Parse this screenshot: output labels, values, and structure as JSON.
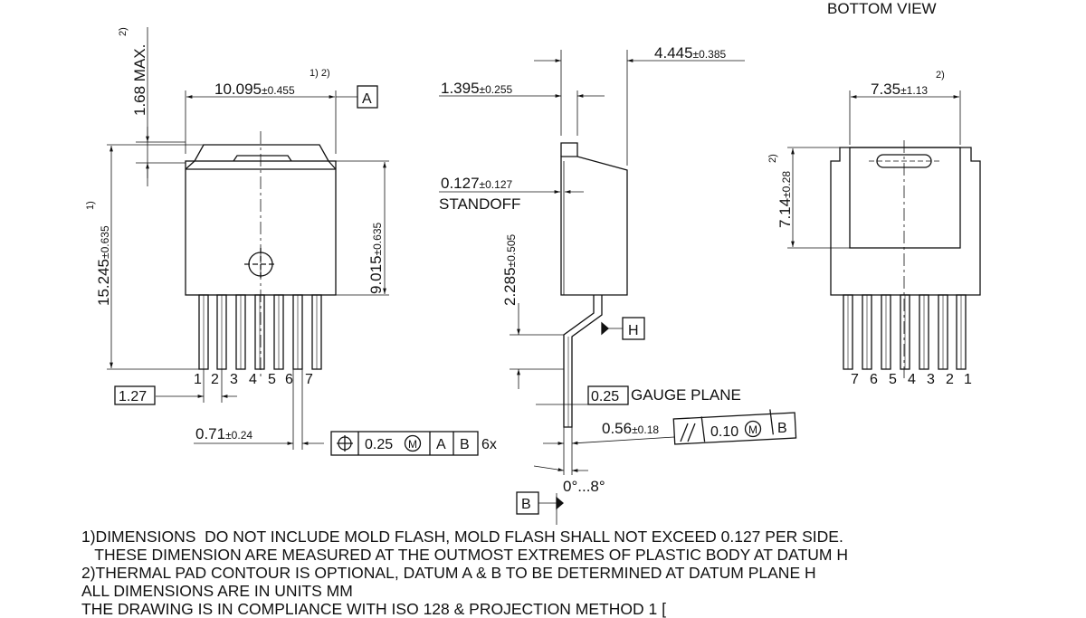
{
  "views": {
    "bottom_view_label": "BOTTOM VIEW"
  },
  "front_view": {
    "dim_width": "10.095",
    "dim_width_tol": "±0.455",
    "dim_width_note": "1) 2)",
    "datum_a": "A",
    "dim_maxheight": "1.68 MAX.",
    "dim_maxheight_note": "2)",
    "dim_height": "15.245",
    "dim_height_tol": "±0.635",
    "dim_height_note": "1)",
    "dim_body": "9.015",
    "dim_body_tol": "±0.635",
    "pin_numbers": [
      "1",
      "2",
      "3",
      "4",
      "5",
      "6",
      "7"
    ],
    "dim_pitch": "1.27",
    "dim_lead_width": "0.71",
    "dim_lead_width_tol": "±0.24",
    "fcf_tolerance": "0.25",
    "fcf_modifier": "M",
    "fcf_datum1": "A",
    "fcf_datum2": "B",
    "fcf_count": "6x"
  },
  "side_view": {
    "dim_total": "4.445",
    "dim_total_tol": "±0.385",
    "dim_tab": "1.395",
    "dim_tab_tol": "±0.255",
    "dim_standoff": "0.127",
    "dim_standoff_tol": "±0.127",
    "standoff_label": "STANDOFF",
    "dim_lead_height": "2.285",
    "dim_lead_height_tol": "±0.505",
    "datum_h": "H",
    "gauge_value": "0.25",
    "gauge_label": "GAUGE PLANE",
    "dim_foot": "0.56",
    "dim_foot_tol": "±0.18",
    "parallel_tolerance": "0.10",
    "parallel_modifier": "M",
    "parallel_datum": "B",
    "angle_range": "0°...8°",
    "datum_b": "B"
  },
  "bottom_view": {
    "dim_pad_width": "7.35",
    "dim_pad_width_tol": "±1.13",
    "dim_pad_width_note": "2)",
    "dim_pad_height": "7.14",
    "dim_pad_height_tol": "±0.28",
    "dim_pad_height_note": "2)",
    "pin_numbers": [
      "7",
      "6",
      "5",
      "4",
      "3",
      "2",
      "1"
    ]
  },
  "notes": [
    "1)DIMENSIONS  DO NOT INCLUDE MOLD FLASH, MOLD FLASH SHALL NOT EXCEED 0.127 PER SIDE.",
    "   THESE DIMENSION ARE MEASURED AT THE OUTMOST EXTREMES OF PLASTIC BODY AT DATUM H",
    "2)THERMAL PAD CONTOUR IS OPTIONAL, DATUM A & B TO BE DETERMINED AT DATUM PLANE H",
    "ALL DIMENSIONS ARE IN UNITS MM",
    "THE DRAWING IS IN COMPLIANCE WITH ISO 128 & PROJECTION METHOD 1 ["
  ],
  "colors": {
    "ink": "#111111",
    "background": "#ffffff"
  }
}
